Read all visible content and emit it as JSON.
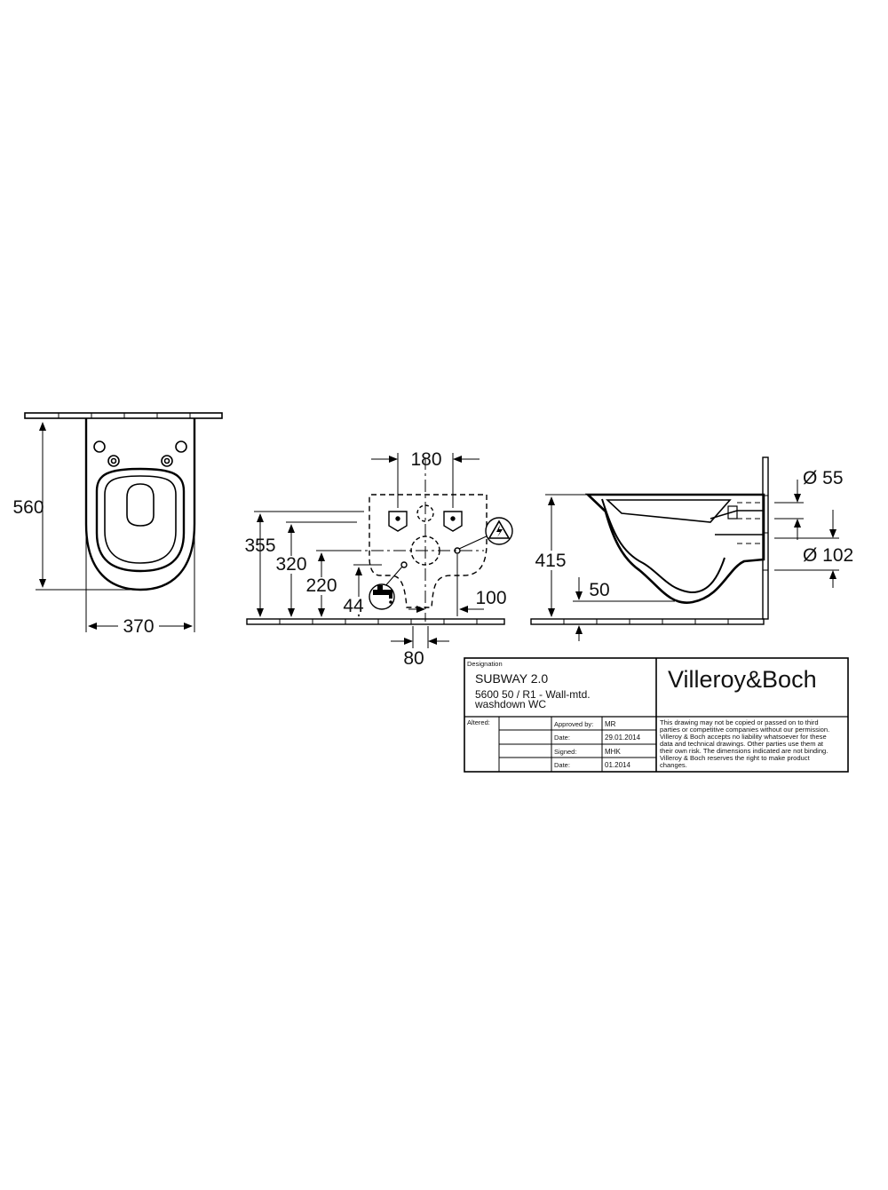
{
  "dimensions": {
    "front": {
      "height": "560",
      "width": "370"
    },
    "rear": {
      "top_spacing": "180",
      "h355": "355",
      "h320": "320",
      "h220": "220",
      "h44": "44",
      "r100": "100",
      "b80": "80"
    },
    "side": {
      "height": "415",
      "h50": "50",
      "d55": "Ø 55",
      "d102": "Ø 102"
    }
  },
  "icons": {
    "water_tap": "water-tap-icon",
    "electrical": "electrical-warning-icon"
  },
  "title_block": {
    "designation_label": "Designation",
    "product_name": "SUBWAY 2.0",
    "article_line1": "5600 50 / R1 - Wall-mtd.",
    "article_line2": "washdown WC",
    "brand": "Villeroy&Boch",
    "altered_label": "Altered:",
    "approved_label": "Approved by:",
    "approved_value": "MR",
    "date1_label": "Date:",
    "date1_value": "29.01.2014",
    "signed_label": "Signed:",
    "signed_value": "MHK",
    "date2_label": "Date:",
    "date2_value": "01.2014",
    "disclaimer": [
      "This drawing may not be copied or passed on to third",
      "parties or competitive companies without our permission.",
      "Villeroy & Boch accepts no liability whatsoever for these",
      "data and technical drawings. Other parties use them at",
      "their own risk. The dimensions indicated are not binding.",
      "Villeroy & Boch reserves the right to make product",
      "changes."
    ]
  },
  "colors": {
    "line": "#000000",
    "background": "#ffffff"
  }
}
